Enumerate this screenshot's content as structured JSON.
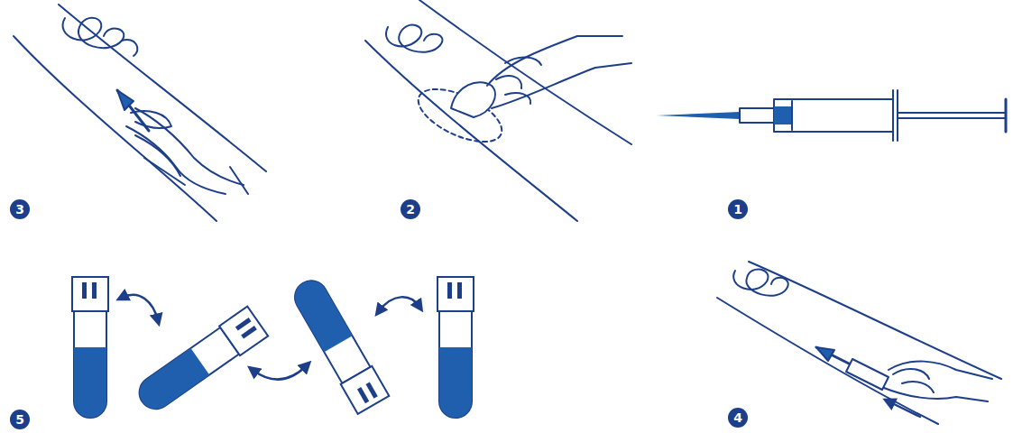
{
  "diagram": {
    "labels": [
      "3",
      "2",
      "1",
      "5",
      "4"
    ]
  }
}
